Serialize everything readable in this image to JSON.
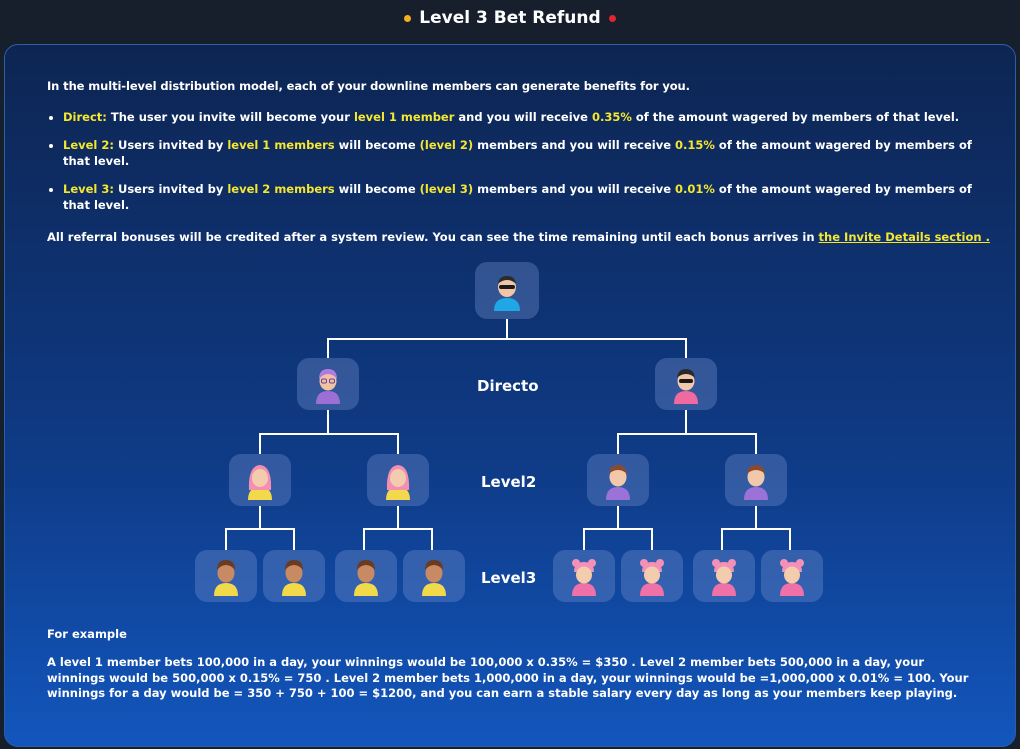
{
  "header": {
    "title": "Level 3 Bet Refund",
    "dot_left_color": "#f2b01e",
    "dot_right_color": "#e3262e"
  },
  "intro": "In the multi-level distribution model, each of your downline members can generate benefits for you.",
  "rules": [
    {
      "label": "Direct:",
      "t1": " The user you invite will become your ",
      "h1": "level 1 member",
      "t2": " and you will receive ",
      "h2": "0.35%",
      "t3": " of the amount wagered by members of that level."
    },
    {
      "label": "Level 2:",
      "t1": " Users invited by ",
      "h1": "level 1 members",
      "t2": " will become ",
      "h2": "(level 2)",
      "t3": " members and you will receive ",
      "h3": "0.15%",
      "t4": " of the amount wagered by members of that level."
    },
    {
      "label": "Level 3:",
      "t1": " Users invited by ",
      "h1": "level 2 members",
      "t2": " will become ",
      "h2": "(level 3)",
      "t3": " members and you will receive ",
      "h3": "0.01%",
      "t4": " of the amount wagered by members of that level."
    }
  ],
  "credit": {
    "text": "All referral bonuses will be credited after a system review. You can see the time remaining until each bonus arrives in ",
    "link": "the Invite Details section ."
  },
  "tree": {
    "level1_label": "Directo",
    "level2_label": "Level2",
    "level3_label": "Level3"
  },
  "example": {
    "title": "For example",
    "body": "A level 1 member bets 100,000 in a day, your winnings would be 100,000 x 0.35% = $350 . Level 2 member bets 500,000 in a day, your winnings would be 500,000 x 0.15% = 750 . Level 2 member bets 1,000,000 in a day, your winnings would be =1,000,000 x 0.01% = 100. Your winnings for a day would be = 350 + 750 + 100 = $1200, and you can earn a stable salary every day as long as your members keep playing."
  },
  "colors": {
    "highlight": "#f5e72f",
    "panel_top": "#0d2552",
    "panel_bottom": "#1256bd"
  }
}
